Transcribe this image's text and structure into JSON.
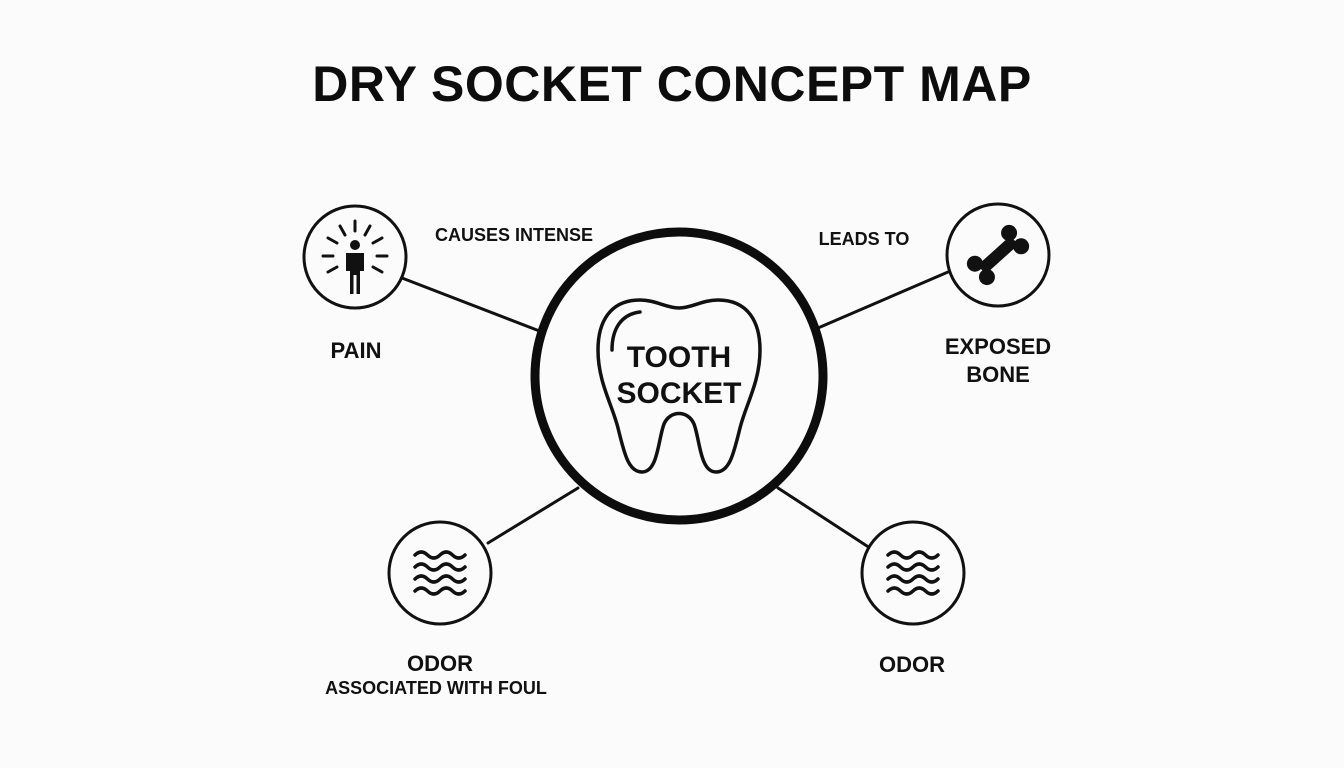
{
  "title": "DRY SOCKET CONCEPT MAP",
  "center": {
    "line1": "TOOTH",
    "line2": "SOCKET",
    "icon": "tooth-icon"
  },
  "nodes": {
    "pain": {
      "label": "PAIN",
      "icon": "person-pain-icon"
    },
    "exposed_bone": {
      "line1": "EXPOSED",
      "line2": "BONE",
      "icon": "bone-icon"
    },
    "odor_left": {
      "label": "ODOR",
      "sublabel": "ASSOCIATED WITH FOUL",
      "icon": "odor-waves-icon"
    },
    "odor_right": {
      "label": "ODOR",
      "icon": "odor-waves-icon"
    }
  },
  "edges": {
    "pain": "CAUSES INTENSE",
    "exposed_bone": "LEADS TO"
  },
  "colors": {
    "stroke": "#0d0d0d",
    "background": "#fbfbfb"
  }
}
